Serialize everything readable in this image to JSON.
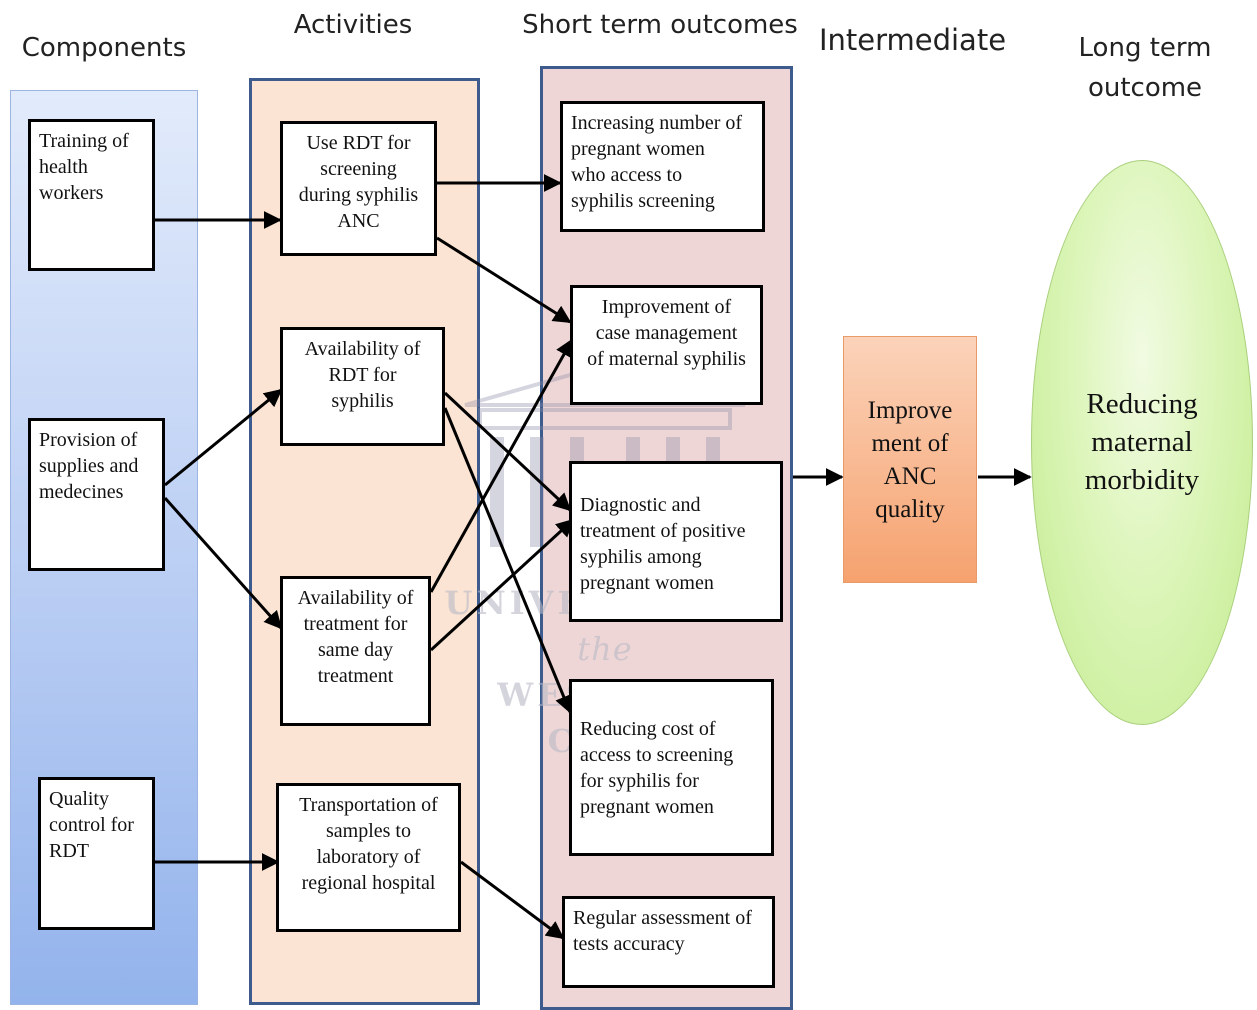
{
  "headers": {
    "components": "Components",
    "activities": "Activities",
    "short_term": "Short term outcomes",
    "intermediate": "Intermediate",
    "long_term": "Long term\noutcome"
  },
  "components": [
    "Training of\nhealth\nworkers",
    "Provision of\nsupplies and\nmedecines",
    "Quality\ncontrol for\nRDT"
  ],
  "activities": [
    "Use RDT for\nscreening\nduring syphilis\nANC",
    "Availability of\nRDT for\nsyphilis",
    "Availability of\ntreatment for\nsame day\ntreatment",
    "Transportation of\nsamples to\nlaboratory of\nregional hospital"
  ],
  "short_term_outcomes": [
    "Increasing number of\npregnant women\nwho access to\nsyphilis screening",
    "Improvement of\ncase management\nof maternal syphilis",
    "Diagnostic and\ntreatment of positive\nsyphilis among\npregnant women",
    "Reducing cost of\naccess to screening\nfor syphilis for\npregnant women",
    "Regular assessment of\ntests accuracy"
  ],
  "intermediate_outcome": "Improve\nment of\nANC\nquality",
  "long_term_outcome": "Reducing\nmaternal\nmorbidity",
  "watermark": {
    "line1": "UNIVERSITY",
    "line1_italic": "of the",
    "line2": "WESTERN CAPE"
  }
}
